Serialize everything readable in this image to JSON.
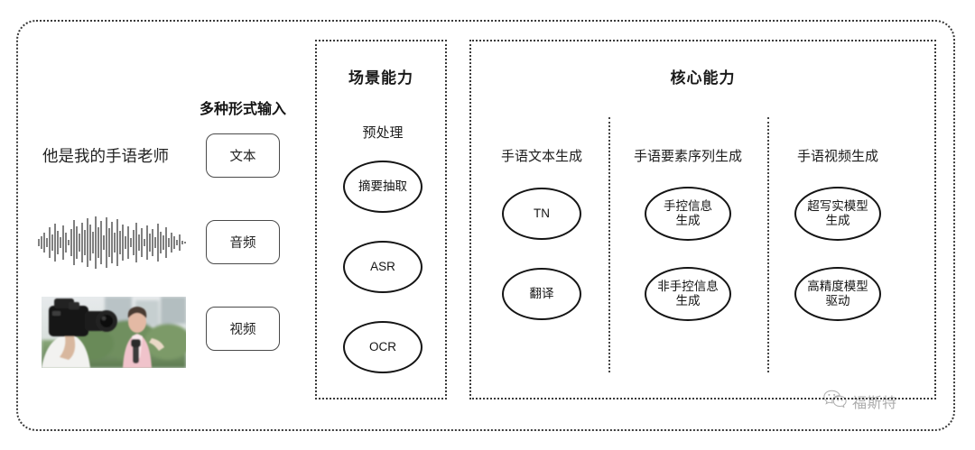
{
  "diagram": {
    "title_hidden": "",
    "input_section": {
      "heading": "多种形式输入",
      "sample_sentence": "他是我的手语老师",
      "modalities": [
        {
          "label": "文本",
          "media": "text"
        },
        {
          "label": "音频",
          "media": "waveform"
        },
        {
          "label": "视频",
          "media": "photo-camera-reporter"
        }
      ]
    },
    "scene_panel": {
      "title": "场景能力",
      "group_label": "预处理",
      "nodes": [
        "摘要抽取",
        "ASR",
        "OCR"
      ]
    },
    "core_panel": {
      "title": "核心能力",
      "columns": [
        {
          "label": "手语文本生成",
          "nodes": [
            "TN",
            "翻译"
          ]
        },
        {
          "label": "手语要素序列生成",
          "nodes": [
            "手控信息\n生成",
            "非手控信息\n生成"
          ]
        },
        {
          "label": "手语视频生成",
          "nodes": [
            "超写实模型\n生成",
            "高精度模型\n驱动"
          ]
        }
      ]
    },
    "watermark": {
      "text": "福斯特",
      "icon": "wechat-icon"
    },
    "colors": {
      "background": "#ffffff",
      "border_dotted": "#3a3a3a",
      "node_stroke": "#141414",
      "text": "#1a1a1a"
    }
  }
}
